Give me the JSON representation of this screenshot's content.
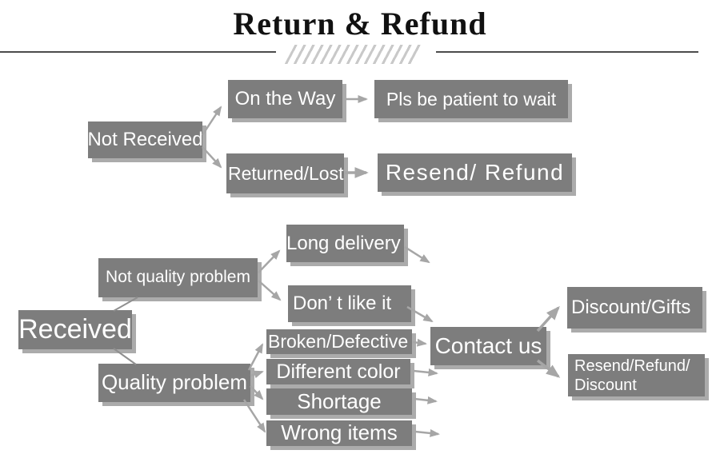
{
  "title": "Return & Refund",
  "colors": {
    "node_fill": "#7d7d7d",
    "node_shadow": "#ababab",
    "arrow": "#a6a6a6",
    "connector": "#8f8f8f",
    "divider": "#4c4c4c",
    "hatch": "#c9c9c9",
    "text": "#ffffff",
    "title_text": "#111111",
    "background": "#ffffff"
  },
  "nodes": {
    "not_received": {
      "label": "Not Received"
    },
    "on_the_way": {
      "label": "On the Way"
    },
    "pls_be_patient": {
      "label": "Pls be patient to wait"
    },
    "returned_lost": {
      "label": "Returned/Lost"
    },
    "resend_refund": {
      "label": "Resend/ Refund"
    },
    "received": {
      "label": "Received"
    },
    "not_quality_problem": {
      "label": "Not quality problem"
    },
    "long_delivery": {
      "label": "Long delivery"
    },
    "dont_like_it": {
      "label": "Don’ t like it"
    },
    "quality_problem": {
      "label": "Quality problem"
    },
    "broken_defective": {
      "label": "Broken/Defective"
    },
    "different_color": {
      "label": "Different color"
    },
    "shortage": {
      "label": "Shortage"
    },
    "wrong_items": {
      "label": "Wrong items"
    },
    "contact_us": {
      "label": "Contact us"
    },
    "discount_gifts": {
      "label": "Discount/Gifts"
    },
    "resend_refund_discount": {
      "line1": "Resend/Refund/",
      "line2": "Discount"
    }
  }
}
